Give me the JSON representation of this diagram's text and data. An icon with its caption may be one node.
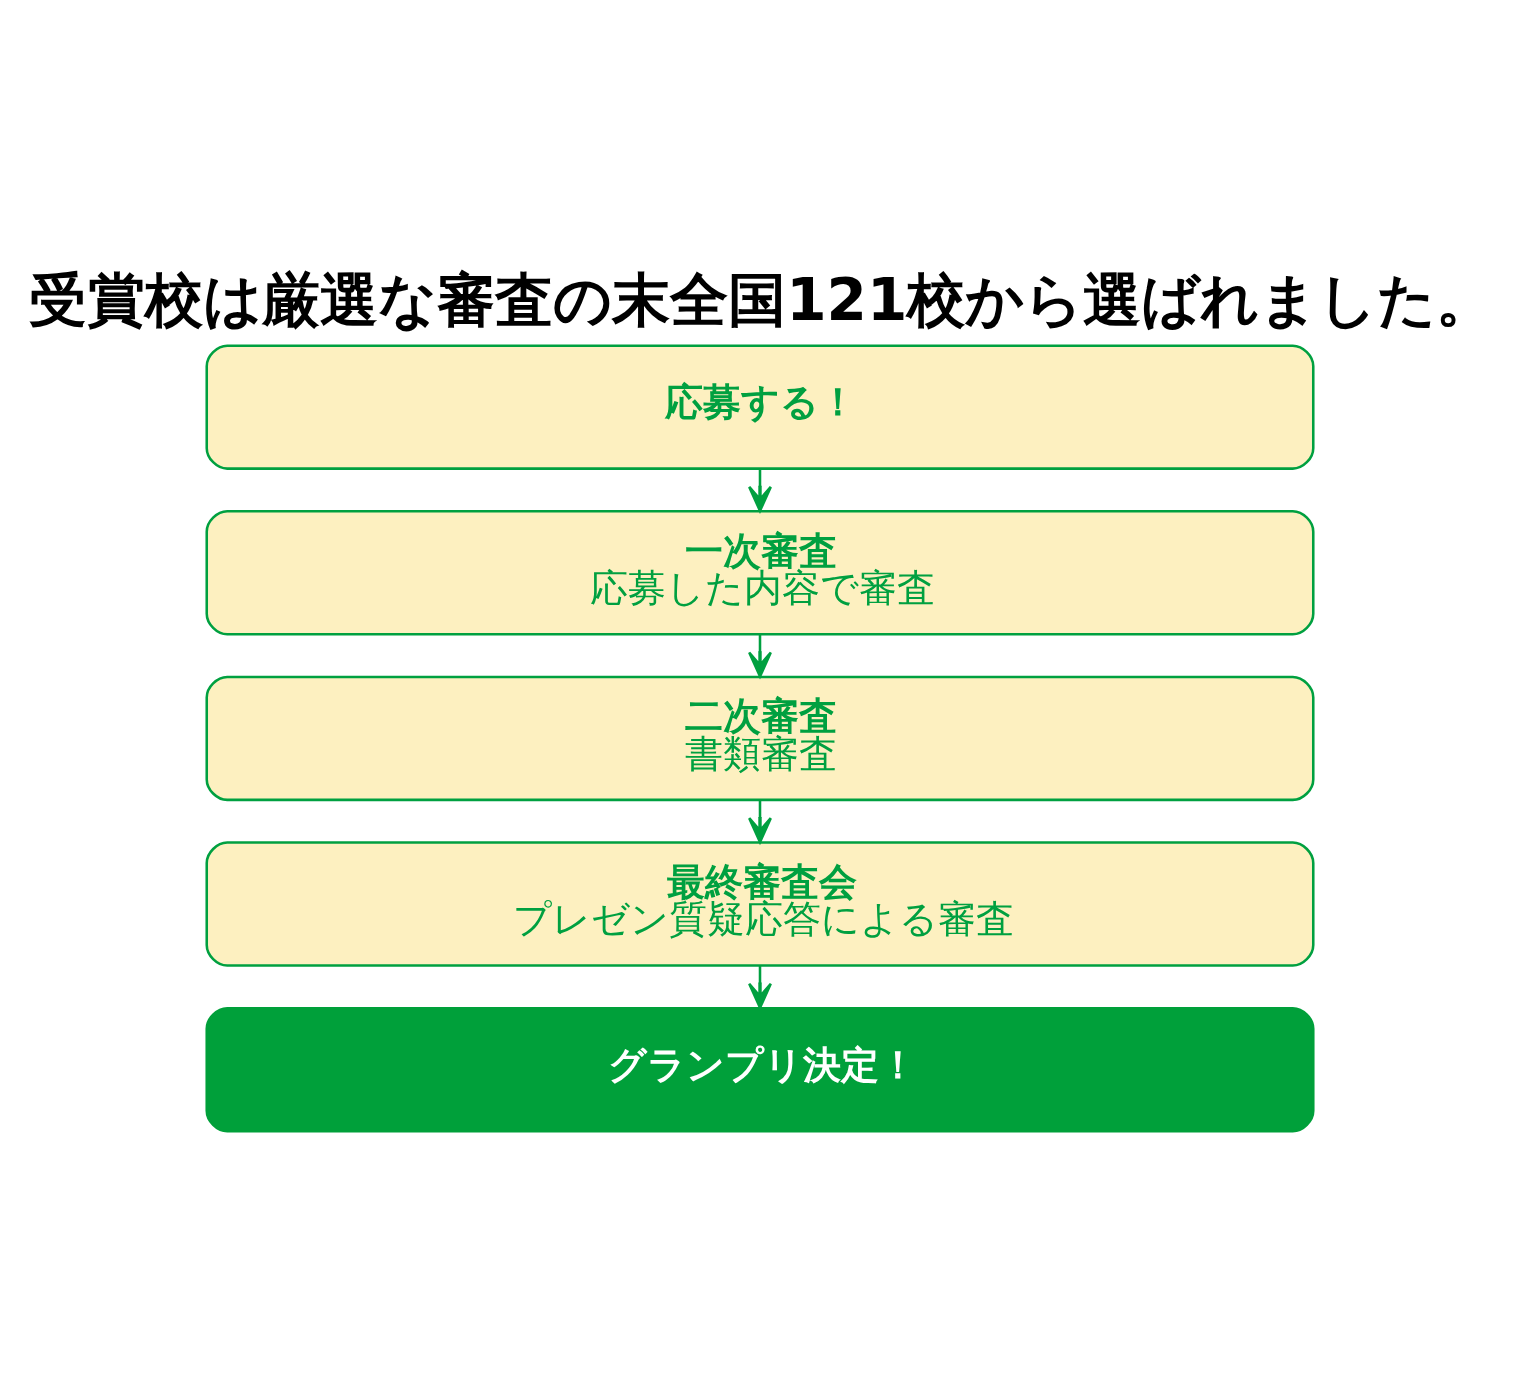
{
  "diagram": {
    "title": "受賞校は厳選な審査の末全国121校から選ばれました。",
    "nodes": [
      {
        "text": [
          "応募する！"
        ]
      },
      {
        "text": [
          "一次審査",
          "応募した内容で審査"
        ]
      },
      {
        "text": [
          "二次審査",
          "書類審査"
        ]
      },
      {
        "text": [
          "最終審査会",
          "プレゼン質疑応答による審査"
        ]
      },
      {
        "text": [
          "グランプリ決定！"
        ]
      }
    ],
    "edges": [
      {
        "from": 0,
        "to": 1,
        "arrow": "to"
      },
      {
        "from": 1,
        "to": 2,
        "arrow": "to"
      },
      {
        "from": 2,
        "to": 3,
        "arrow": "to"
      },
      {
        "from": 3,
        "to": 4,
        "arrow": "to"
      }
    ]
  }
}
